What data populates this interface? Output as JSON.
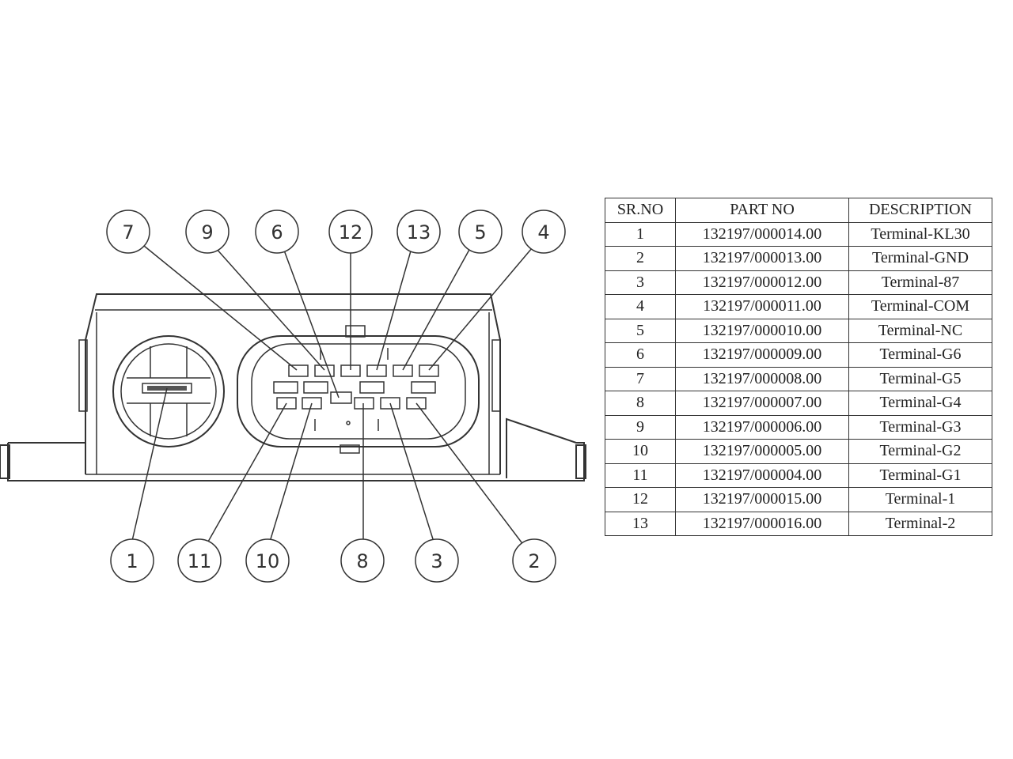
{
  "callouts_top": [
    "7",
    "9",
    "6",
    "12",
    "13",
    "5",
    "4"
  ],
  "callouts_bottom": [
    "1",
    "11",
    "10",
    "8",
    "3",
    "2"
  ],
  "table": {
    "headers": [
      "SR.NO",
      "PART NO",
      "DESCRIPTION"
    ],
    "rows": [
      [
        "1",
        "132197/000014.00",
        "Terminal-KL30"
      ],
      [
        "2",
        "132197/000013.00",
        "Terminal-GND"
      ],
      [
        "3",
        "132197/000012.00",
        "Terminal-87"
      ],
      [
        "4",
        "132197/000011.00",
        "Terminal-COM"
      ],
      [
        "5",
        "132197/000010.00",
        "Terminal-NC"
      ],
      [
        "6",
        "132197/000009.00",
        "Terminal-G6"
      ],
      [
        "7",
        "132197/000008.00",
        "Terminal-G5"
      ],
      [
        "8",
        "132197/000007.00",
        "Terminal-G4"
      ],
      [
        "9",
        "132197/000006.00",
        "Terminal-G3"
      ],
      [
        "10",
        "132197/000005.00",
        "Terminal-G2"
      ],
      [
        "11",
        "132197/000004.00",
        "Terminal-G1"
      ],
      [
        "12",
        "132197/000015.00",
        "Terminal-1"
      ],
      [
        "13",
        "132197/000016.00",
        "Terminal-2"
      ]
    ]
  }
}
